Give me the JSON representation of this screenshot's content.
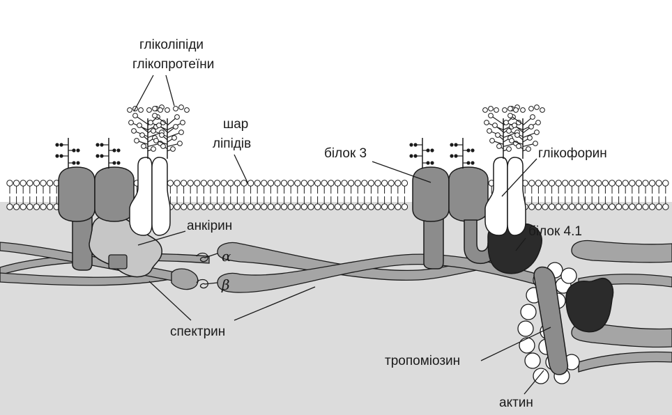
{
  "labels": {
    "glycolipids": "гліколіпіди",
    "glycoproteins": "глікопротеїни",
    "lipid_layer_line1": "шар",
    "lipid_layer_line2": "ліпідів",
    "band3": "білок 3",
    "glycophorin": "глікофорин",
    "ankyrin": "анкірин",
    "band41": "білок 4.1",
    "alpha": "α",
    "beta": "β",
    "spectrin": "спектрин",
    "tropomyosin": "тропоміозин",
    "actin": "актин"
  },
  "colors": {
    "background": "#ffffff",
    "cytoplasm": "#dcdcdc",
    "membrane_protein": "#8c8c8c",
    "ankyrin": "#c6c6c6",
    "spectrin": "#a5a5a5",
    "band41": "#2b2b2b",
    "glycophorin": "#ffffff",
    "line": "#1a1a1a"
  }
}
